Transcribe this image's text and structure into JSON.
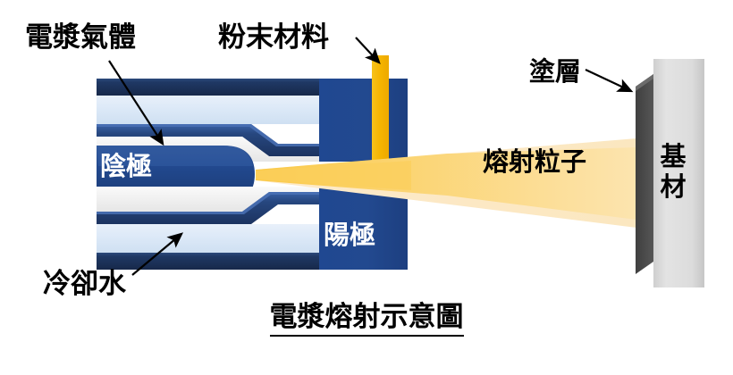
{
  "figure": {
    "title": "電漿熔射示意圖",
    "title_underlined": true
  },
  "labels": {
    "plasma_gas": "電漿氣體",
    "powder_material": "粉末材料",
    "coating": "塗層",
    "coolant_water": "冷卻水",
    "sprayed_particles": "熔射粒子",
    "cathode": "陰極",
    "anode": "陽極",
    "substrate": "基材"
  },
  "colors": {
    "background": "#ffffff",
    "body_dark_blue": "#1f3864",
    "body_mid_blue": "#2e5496",
    "anode_blue": "#22498f",
    "coolant_light_blue": "#d9e6f5",
    "channel_gray": "#f0f0f0",
    "powder_tube_yellow": "#f5b400",
    "plasma_core_yellow": "#fbd269",
    "plasma_outer_yellow": "#fbe9c3",
    "coating_dark_gray": "#474747",
    "substrate_gray_light": "#e0e0e0",
    "substrate_gray_dark": "#b9b9b9",
    "text_black": "#000000",
    "text_white": "#ffffff"
  },
  "parts": [
    {
      "name": "plasma-gas-channel",
      "label": "電漿氣體",
      "fill": "#f0f0f0"
    },
    {
      "name": "coolant-channel",
      "label": "冷卻水",
      "fill": "#d9e6f5"
    },
    {
      "name": "cathode-rod",
      "label": "陰極",
      "fill": "#22498f"
    },
    {
      "name": "anode-block",
      "label": "陽極",
      "fill": "#22498f"
    },
    {
      "name": "powder-feed-tube",
      "label": "粉末材料",
      "fill": "#f5b400"
    },
    {
      "name": "plasma-jet",
      "label": "熔射粒子",
      "fill": "#fbd269"
    },
    {
      "name": "coating-layer",
      "label": "塗層",
      "fill": "#474747"
    },
    {
      "name": "substrate-block",
      "label": "基材",
      "fill": "#e0e0e0"
    }
  ],
  "annotations": [
    {
      "name": "plasma-gas-arrow",
      "from_label": "電漿氣體",
      "points_to": "plasma-gas-channel"
    },
    {
      "name": "powder-material-arrow",
      "from_label": "粉末材料",
      "points_to": "powder-feed-tube"
    },
    {
      "name": "coolant-water-arrow",
      "from_label": "冷卻水",
      "points_to": "coolant-channel"
    },
    {
      "name": "coating-arrow",
      "from_label": "塗層",
      "points_to": "coating-layer"
    }
  ]
}
